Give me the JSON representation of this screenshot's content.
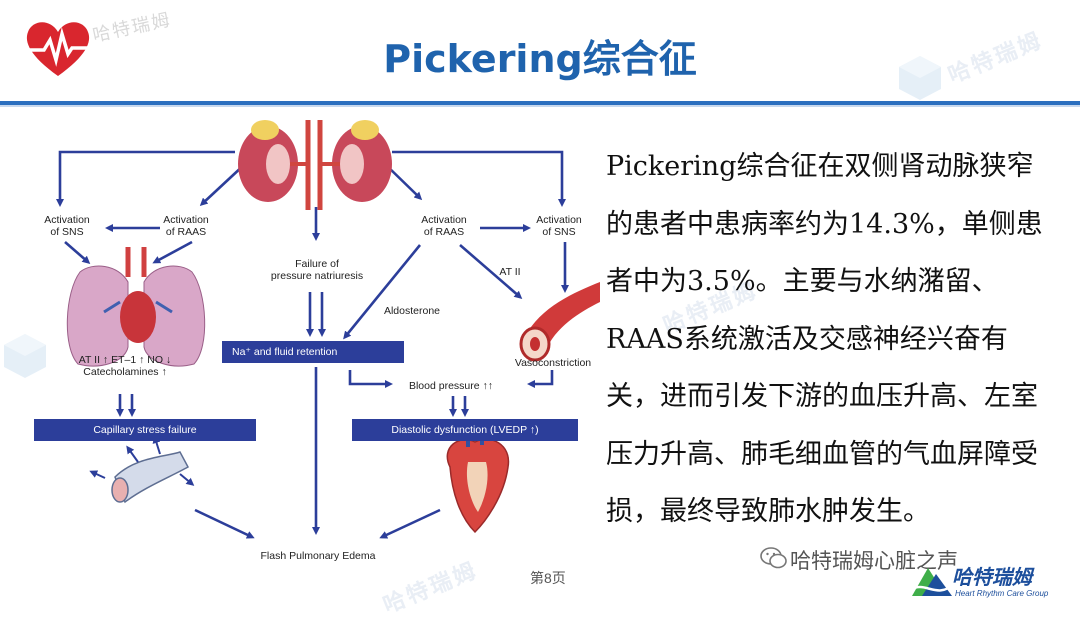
{
  "slide": {
    "title": "Pickering综合征",
    "watermark": "哈特瑞姆",
    "page_number": "第8页",
    "wechat_account": "哈特瑞姆心脏之声",
    "brand_name": "哈特瑞姆",
    "brand_subtitle": "Heart Rhythm Care Group"
  },
  "diagram": {
    "labels": {
      "activation_sns_left": "Activation\nof SNS",
      "activation_raas_left": "Activation\nof RAAS",
      "failure_natriuresis": "Failure of\npressure natriuresis",
      "activation_raas_right": "Activation\nof RAAS",
      "activation_sns_right": "Activation\nof SNS",
      "at2": "AT II",
      "aldosterone": "Aldosterone",
      "lung_mediators": "AT II ↑ ET–1 ↑ NO ↓\nCatecholamines ↑",
      "vasoconstriction": "Vasoconstriction",
      "blood_pressure": "Blood pressure ↑↑",
      "flash_edema": "Flash Pulmonary Edema"
    },
    "boxes": {
      "na_retention": "Na⁺ and fluid retention",
      "capillary_failure": "Capillary stress failure",
      "diastolic_dysfunction": "Diastolic dysfunction (LVEDP ↑)"
    }
  },
  "description": "Pickering综合征在双侧肾动脉狭窄的患者中患病率约为14.3%，单侧患者中为3.5%。主要与水纳潴留、RAAS系统激活及交感神经兴奋有关，进而引发下游的血压升高、左室压力升高、肺毛细血管的气血屏障受损，最终导致肺水肿发生。",
  "colors": {
    "title": "#1f63ad",
    "box": "#2c3e9a",
    "arrow": "#2c3e9a",
    "brand": "#1d4f9c"
  }
}
